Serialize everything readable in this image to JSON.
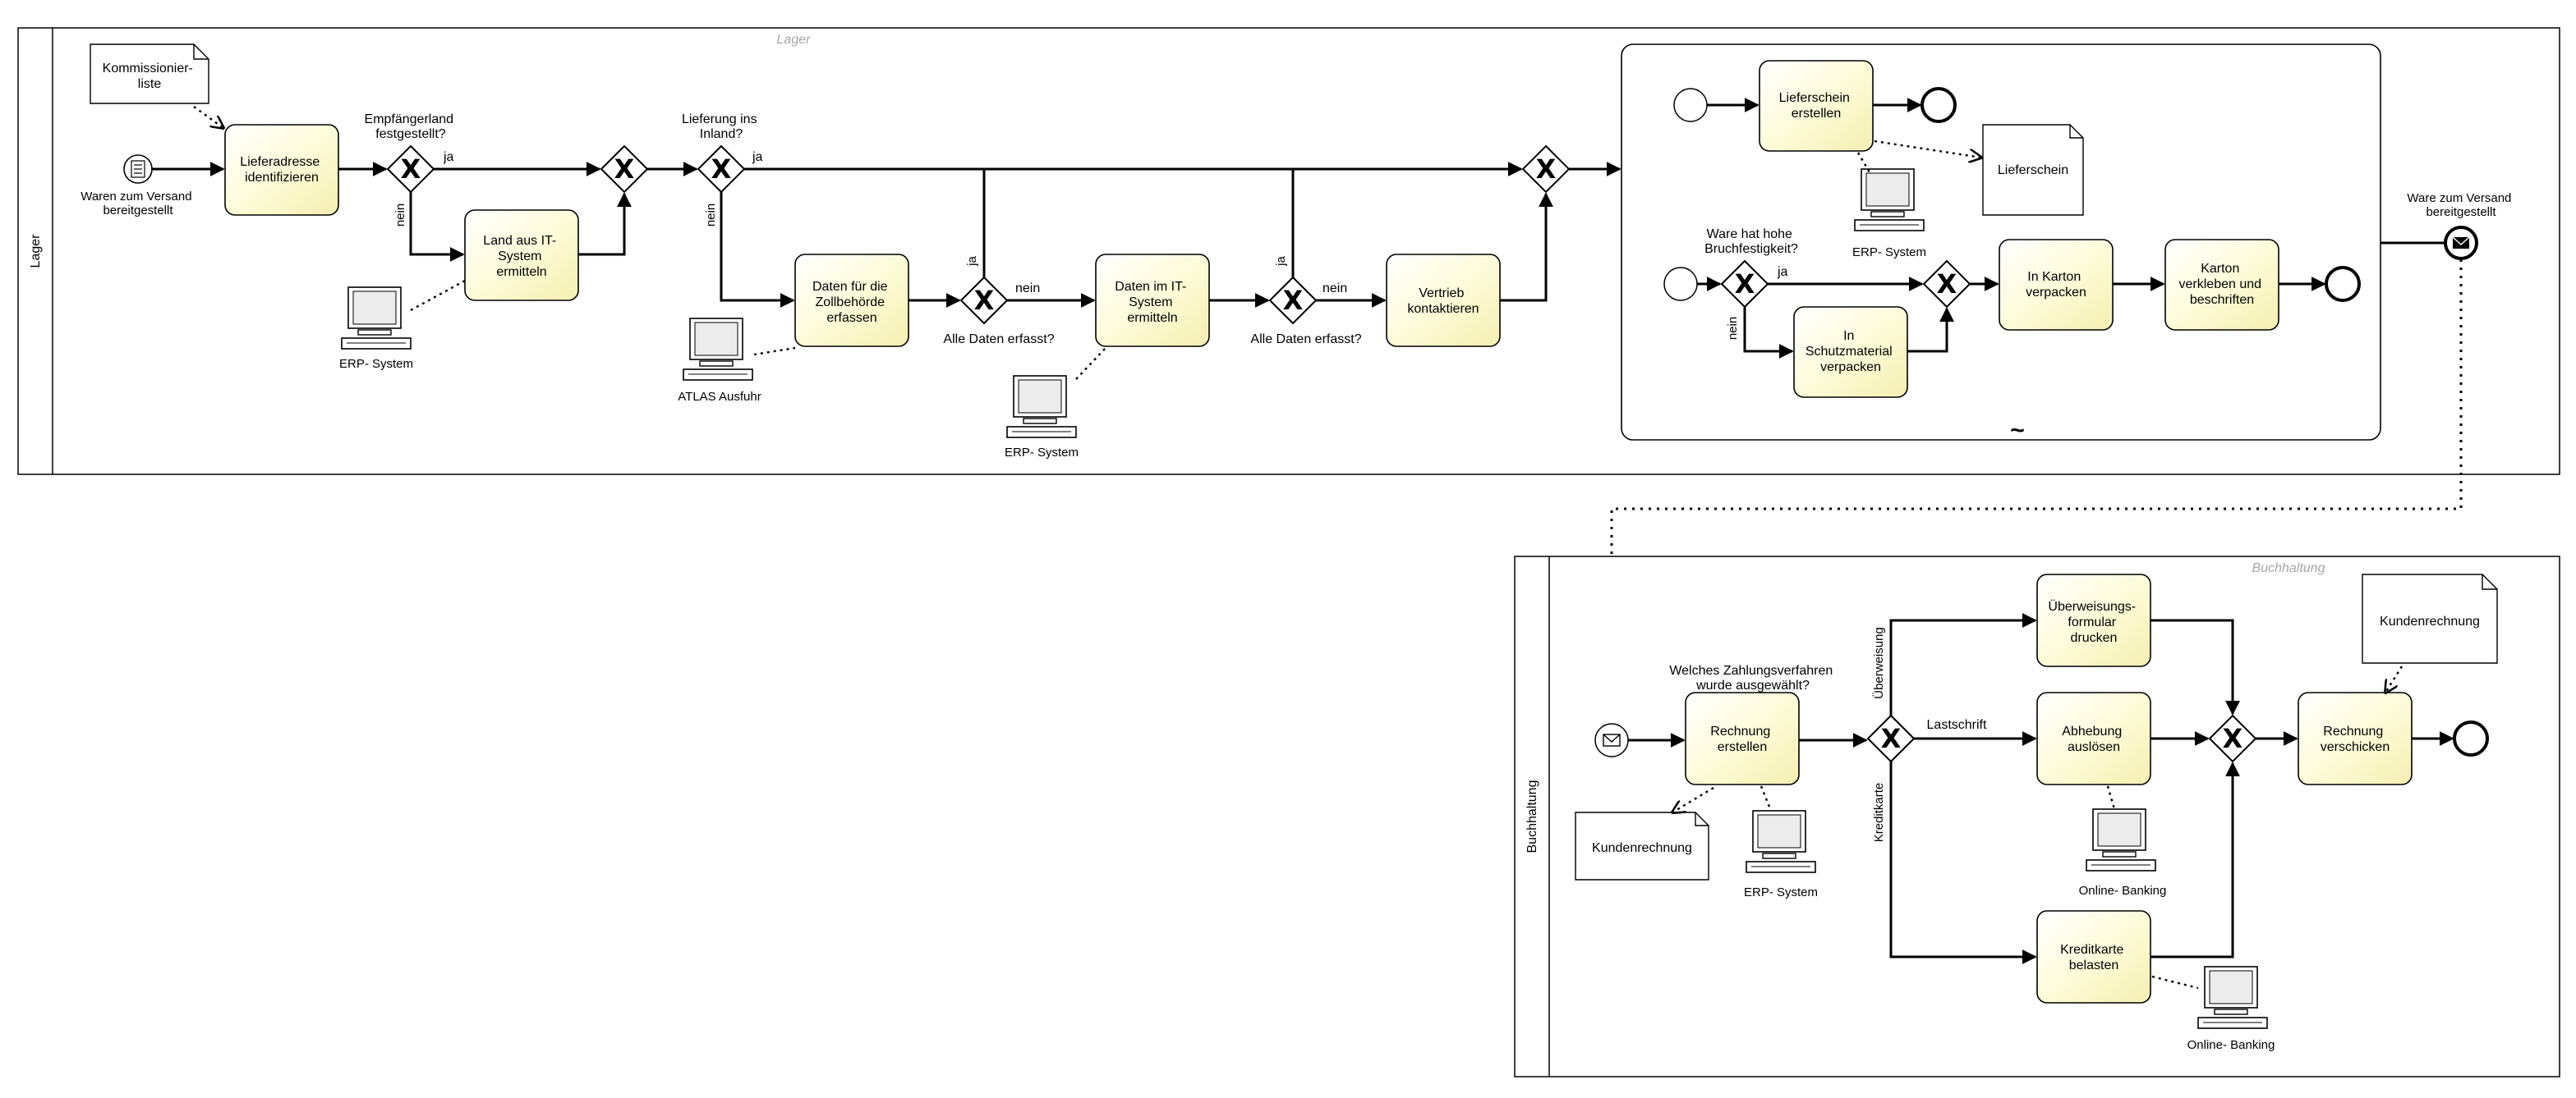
{
  "pools": {
    "lager": {
      "label": "Lager",
      "watermark": "Lager"
    },
    "buchhaltung": {
      "label": "Buchhaltung",
      "watermark": "Buchhaltung"
    }
  },
  "lager": {
    "doc_kommissionierliste": [
      "Kommissionier-",
      "liste"
    ],
    "start_event_label": [
      "Waren zum Versand",
      "bereitgestellt"
    ],
    "task_lieferadresse": [
      "Lieferadresse",
      "identifizieren"
    ],
    "gw1_question": [
      "Empfängerland",
      "festgestellt?"
    ],
    "gw1_yes": "ja",
    "gw1_no": "nein",
    "task_land": [
      "Land aus IT-",
      "System",
      "ermitteln"
    ],
    "erp_label_1": "ERP- System",
    "gw3_question": [
      "Lieferung ins",
      "Inland?"
    ],
    "gw3_yes": "ja",
    "gw3_no": "nein",
    "task_zoll": [
      "Daten für die",
      "Zollbehörde",
      "erfassen"
    ],
    "atlas_label": "ATLAS Ausfuhr",
    "gw4_label": "Alle Daten erfasst?",
    "gw4_yes": "ja",
    "gw4_no": "nein",
    "task_it_daten": [
      "Daten im IT-",
      "System",
      "ermitteln"
    ],
    "erp_label_2": "ERP- System",
    "gw5_label": "Alle Daten erfasst?",
    "gw5_yes": "ja",
    "gw5_no": "nein",
    "task_vertrieb": [
      "Vertrieb",
      "kontaktieren"
    ],
    "subprocess": {
      "task_lieferschein": [
        "Lieferschein",
        "erstellen"
      ],
      "doc_lieferschein": "Lieferschein",
      "erp_label": "ERP- System",
      "gw_question": [
        "Ware hat hohe",
        "Bruchfestigkeit?"
      ],
      "gw_yes": "ja",
      "gw_no": "nein",
      "task_schutz": [
        "In",
        "Schutzmaterial",
        "verpacken"
      ],
      "task_karton": [
        "In Karton",
        "verpacken"
      ],
      "task_beschriften": [
        "Karton",
        "verkleben und",
        "beschriften"
      ],
      "adhoc_marker": "~"
    },
    "end_message_label": [
      "Ware zum Versand",
      "bereitgestellt"
    ]
  },
  "buchhaltung": {
    "gw_question": [
      "Welches Zahlungsverfahren",
      "wurde ausgewählt?"
    ],
    "task_rechnung": [
      "Rechnung",
      "erstellen"
    ],
    "doc_kundenrechnung_1": "Kundenrechnung",
    "erp_label": "ERP- System",
    "branch_ueberweisung": "Überweisung",
    "branch_lastschrift": "Lastschrift",
    "branch_kreditkarte": "Kreditkarte",
    "task_formular": [
      "Überweisungs-",
      "formular",
      "drucken"
    ],
    "task_abhebung": [
      "Abhebung",
      "auslösen"
    ],
    "online_label_1": "Online- Banking",
    "task_kreditkarte": [
      "Kreditkarte",
      "belasten"
    ],
    "online_label_2": "Online- Banking",
    "task_verschicken": [
      "Rechnung",
      "verschicken"
    ],
    "doc_kundenrechnung_2": "Kundenrechnung"
  }
}
